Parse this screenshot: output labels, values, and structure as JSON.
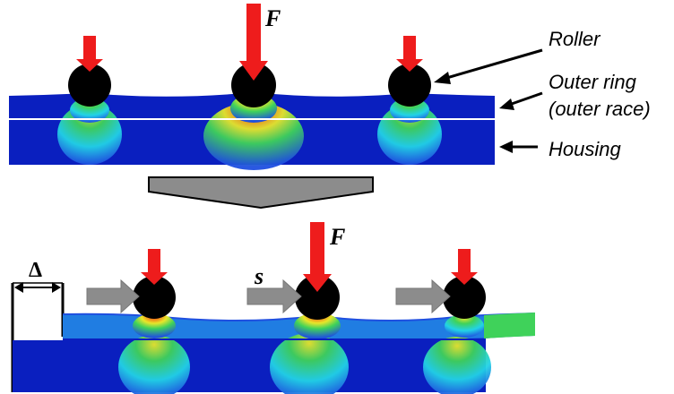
{
  "labels": {
    "roller": "Roller",
    "outer_ring_line1": "Outer ring",
    "outer_ring_line2": "(outer race)",
    "housing": "Housing"
  },
  "symbols": {
    "force_top": "F",
    "force_bottom": "F",
    "slip": "s",
    "gap": "Δ"
  },
  "colors": {
    "deep_blue": "#0a1fbf",
    "mid_blue": "#1f4fe0",
    "cyan": "#22d3e6",
    "green": "#3fd25a",
    "yellow": "#e8e62a",
    "orange": "#f08a1a",
    "red": "#e01414",
    "arrow_red": "#ee1c1c",
    "arrow_gray": "#8c8c8c",
    "roller": "#000000"
  }
}
